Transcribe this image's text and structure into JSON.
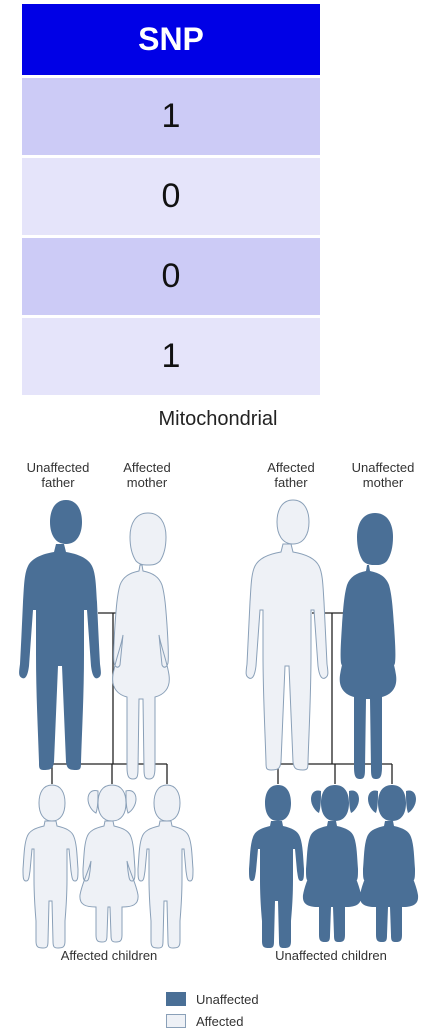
{
  "table": {
    "header": "SNP",
    "rows": [
      "1",
      "0",
      "0",
      "1"
    ]
  },
  "diagram": {
    "title": "Mitochondrial",
    "left_group": {
      "father_label": "Unaffected\nfather",
      "mother_label": "Affected\nmother",
      "children_label": "Affected children"
    },
    "right_group": {
      "father_label": "Affected\nfather",
      "mother_label": "Unaffected\nmother",
      "children_label": "Unaffected children"
    },
    "legend": [
      {
        "label": "Unaffected",
        "color": "#4a6f96"
      },
      {
        "label": "Affected",
        "color": "#eef1f6"
      }
    ],
    "colors": {
      "dark": "#4a6f96",
      "light": "#eef1f6",
      "outline": "#8aa0b8"
    }
  }
}
